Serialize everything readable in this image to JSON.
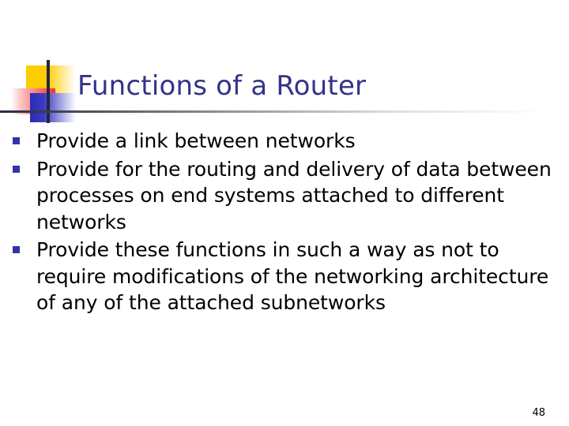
{
  "slide": {
    "title": "Functions of a Router",
    "page_number": "48",
    "bullets": [
      {
        "text": "Provide a link between networks"
      },
      {
        "text": "Provide for the routing and delivery of data between processes on end systems attached to different networks"
      },
      {
        "text": "Provide these functions in such a way as not to require modifications of the networking architecture of any of the attached subnetworks"
      }
    ],
    "decoration": {
      "yellow_block": "yellow-gradient-block",
      "red_block": "red-gradient-block",
      "blue_block": "blue-gradient-block",
      "vertical_rule": "vertical-accent-line",
      "horizontal_rule": "title-underline-gradient"
    },
    "colors": {
      "title": "#333388",
      "bullet_marker": "#3333aa",
      "body_text": "#000000",
      "accent_yellow": "#ffcc00",
      "accent_red": "#ee3333",
      "accent_blue": "#2b2bb5",
      "rule_dark": "#2b2b3f",
      "background": "#ffffff"
    }
  }
}
